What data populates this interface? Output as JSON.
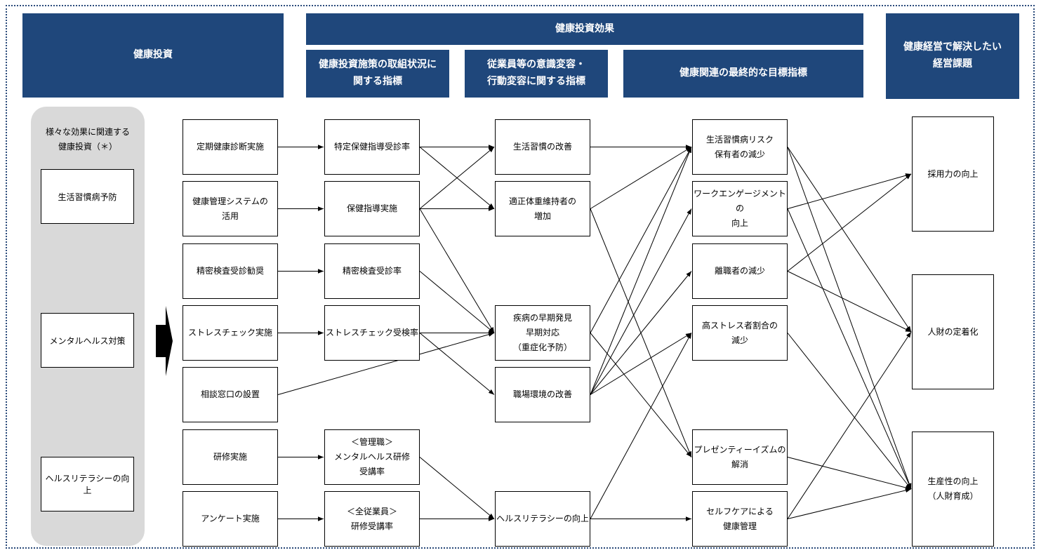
{
  "headers": {
    "investment": "健康投資",
    "effect": "健康投資効果",
    "effect_sub1": "健康投資施策の取組状況に\n関する指標",
    "effect_sub2": "従業員等の意識変容・\n行動変容に関する指標",
    "effect_sub3": "健康関連の最終的な目標指標",
    "issues": "健康経営で解決したい\n経営課題"
  },
  "sidebar": {
    "title": "様々な効果に関連する\n健康投資（＊）",
    "items": [
      "生活習慣病予防",
      "メンタルヘルス対策",
      "ヘルスリテラシーの向上"
    ]
  },
  "nodes": {
    "c1_1": "定期健康診断実施",
    "c1_2": "健康管理システムの\n活用",
    "c1_3": "精密検査受診勧奨",
    "c1_4": "ストレスチェック実施",
    "c1_5": "相談窓口の設置",
    "c1_6": "研修実施",
    "c1_7": "アンケート実施",
    "c2_1": "特定保健指導受診率",
    "c2_2": "保健指導実施",
    "c2_3": "精密検査受診率",
    "c2_4": "ストレスチェック受検率",
    "c2_5": "＜管理職＞\nメンタルヘルス研修\n受講率",
    "c2_6": "＜全従業員＞\n研修受講率",
    "c3_1": "生活習慣の改善",
    "c3_2": "適正体重維持者の\n増加",
    "c3_3": "疾病の早期発見\n早期対応\n（重症化予防）",
    "c3_4": "職場環境の改善",
    "c3_5": "ヘルスリテラシーの向上",
    "c4_1": "生活習慣病リスク\n保有者の減少",
    "c4_2": "ワークエンゲージメントの\n向上",
    "c4_3": "離職者の減少",
    "c4_4": "高ストレス者割合の\n減少",
    "c4_5": "プレゼンティーイズムの\n解消",
    "c4_6": "セルフケアによる\n健康管理",
    "c5_1": "採用力の向上",
    "c5_2": "人財の定着化",
    "c5_3": "生産性の向上\n（人財育成）"
  },
  "edges": [
    [
      "c1_1",
      "c2_1"
    ],
    [
      "c1_2",
      "c2_2"
    ],
    [
      "c1_3",
      "c2_3"
    ],
    [
      "c1_4",
      "c2_4"
    ],
    [
      "c1_5",
      "c3_3"
    ],
    [
      "c1_6",
      "c2_5"
    ],
    [
      "c1_7",
      "c2_6"
    ],
    [
      "c2_1",
      "c3_1"
    ],
    [
      "c2_1",
      "c3_2"
    ],
    [
      "c2_2",
      "c3_1"
    ],
    [
      "c2_2",
      "c3_2"
    ],
    [
      "c2_2",
      "c3_3"
    ],
    [
      "c2_3",
      "c3_3"
    ],
    [
      "c2_4",
      "c3_3"
    ],
    [
      "c2_4",
      "c3_4"
    ],
    [
      "c2_5",
      "c3_5"
    ],
    [
      "c2_6",
      "c3_5"
    ],
    [
      "c3_1",
      "c4_1"
    ],
    [
      "c3_2",
      "c4_1"
    ],
    [
      "c3_2",
      "c4_5"
    ],
    [
      "c3_3",
      "c4_1"
    ],
    [
      "c3_3",
      "c4_5"
    ],
    [
      "c3_4",
      "c4_1"
    ],
    [
      "c3_4",
      "c4_2"
    ],
    [
      "c3_4",
      "c4_3"
    ],
    [
      "c3_4",
      "c4_4"
    ],
    [
      "c3_5",
      "c4_4"
    ],
    [
      "c3_5",
      "c4_6"
    ],
    [
      "c4_1",
      "c5_2"
    ],
    [
      "c4_1",
      "c5_3"
    ],
    [
      "c4_2",
      "c5_1"
    ],
    [
      "c4_2",
      "c5_3"
    ],
    [
      "c4_3",
      "c5_1"
    ],
    [
      "c4_3",
      "c5_2"
    ],
    [
      "c4_4",
      "c5_3"
    ],
    [
      "c4_5",
      "c5_3"
    ],
    [
      "c4_6",
      "c5_2"
    ],
    [
      "c4_6",
      "c5_3"
    ]
  ]
}
